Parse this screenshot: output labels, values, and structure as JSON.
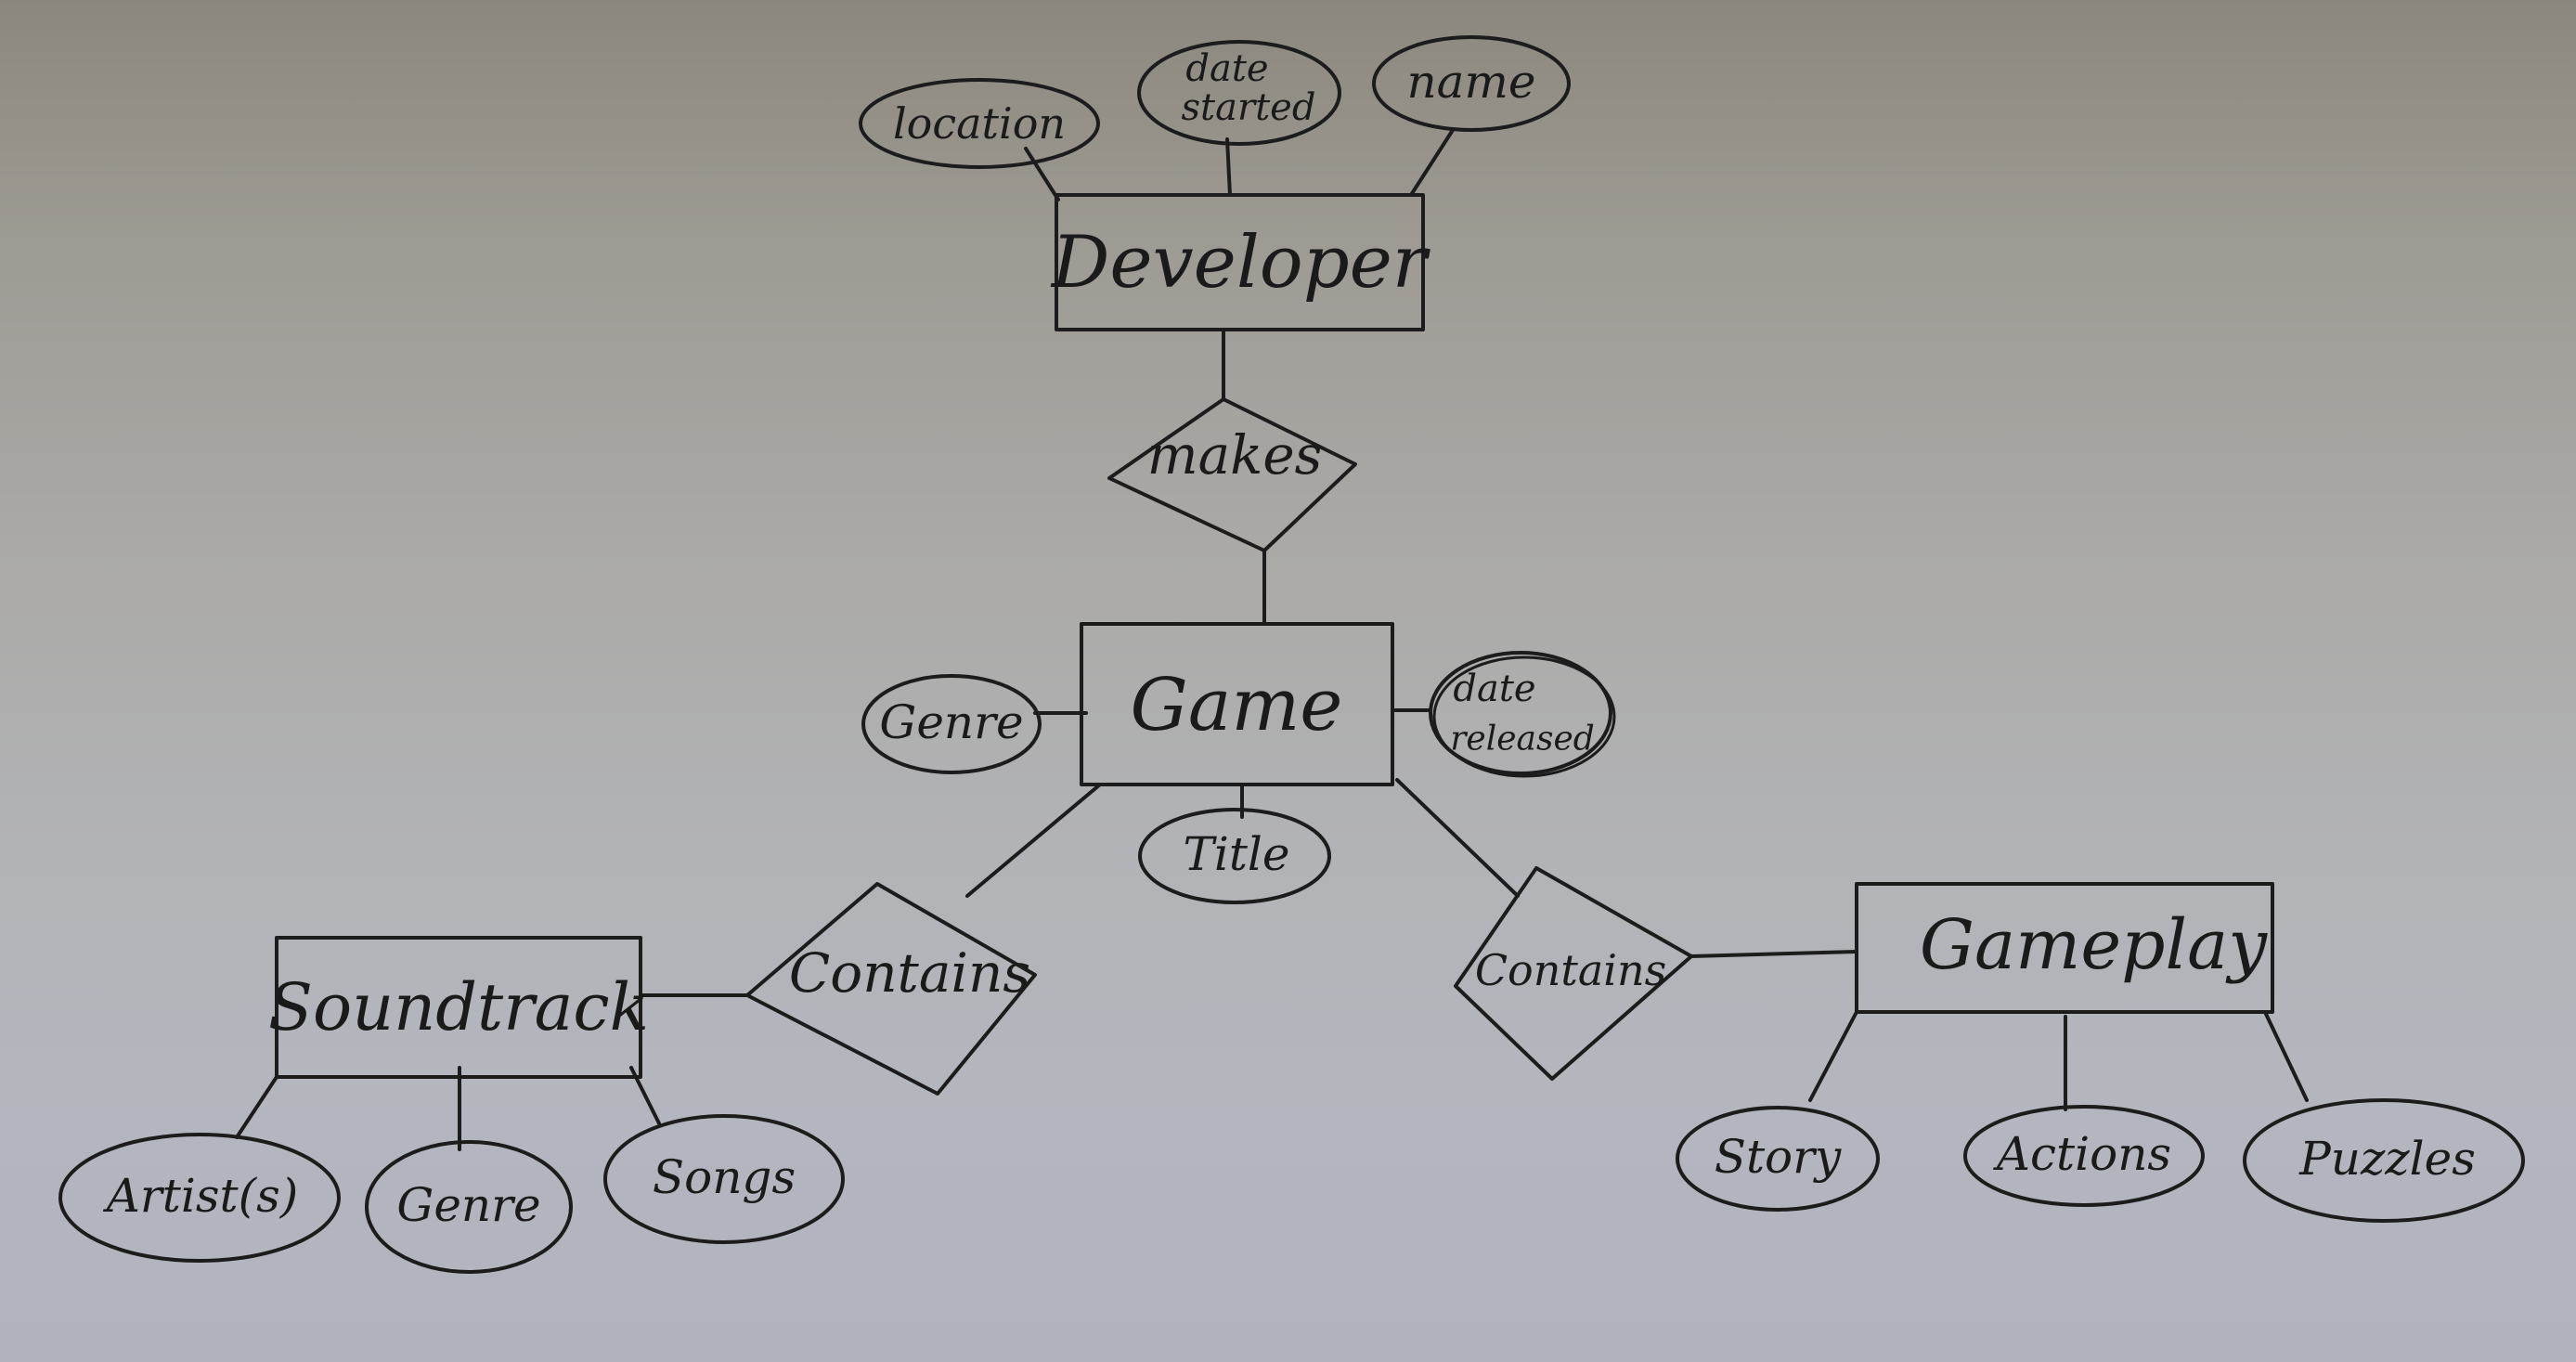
{
  "entities": {
    "developer": "Developer",
    "game": "Game",
    "soundtrack": "Soundtrack",
    "gameplay": "Gameplay"
  },
  "relationships": {
    "makes": "makes",
    "contains_soundtrack": "Contains",
    "contains_gameplay": "Contains"
  },
  "attributes": {
    "developer": {
      "location": "location",
      "date_started_line1": "date",
      "date_started_line2": "started",
      "name": "name"
    },
    "game": {
      "genre": "Genre",
      "title": "Title",
      "date_released_line1": "date",
      "date_released_line2": "released"
    },
    "soundtrack": {
      "artists": "Artist(s)",
      "genre": "Genre",
      "songs": "Songs"
    },
    "gameplay": {
      "story": "Story",
      "actions": "Actions",
      "puzzles": "Puzzles"
    }
  },
  "colors": {
    "ink": "#1c1c1c",
    "paper_top": "#8c877e",
    "paper_bottom": "#b0b2bd"
  }
}
